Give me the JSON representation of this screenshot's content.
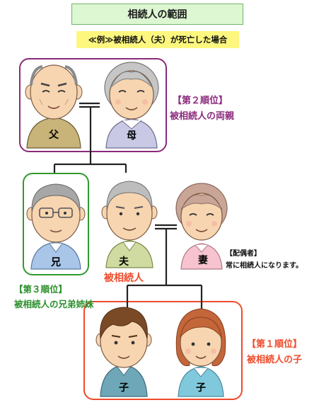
{
  "title": "相続人の範囲",
  "example": "≪例≫被相続人（夫）が死亡した場合",
  "parents": {
    "rank": "【第２順位】",
    "desc": "被相続人の両親",
    "father": "父",
    "mother": "母"
  },
  "siblings": {
    "rank": "【第３順位】",
    "desc": "被相続人の兄弟姉妹",
    "brother": "兄"
  },
  "decedent": {
    "name": "夫",
    "label": "被相続人"
  },
  "spouse": {
    "name": "妻",
    "label": "【配偶者】",
    "note": "常に相続人になります。"
  },
  "children": {
    "rank": "【第１順位】",
    "desc": "被相続人の子",
    "son": "子",
    "daughter": "子"
  },
  "colors": {
    "parents": "#8a2a79",
    "siblings": "#2f9a2f",
    "children": "#ee4b2b"
  }
}
